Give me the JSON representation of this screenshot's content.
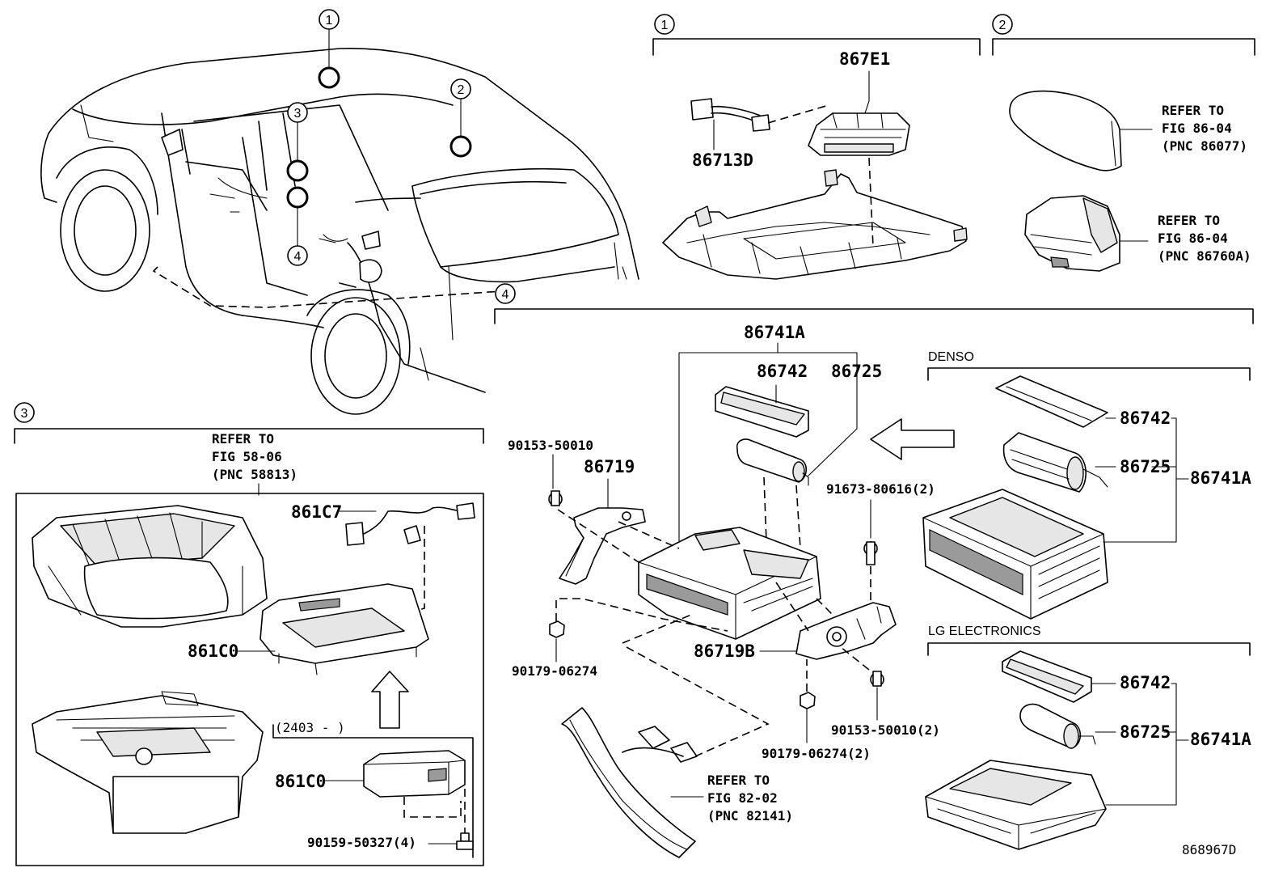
{
  "markers": [
    "1",
    "2",
    "3",
    "4"
  ],
  "labels": {
    "p867E1": "867E1",
    "p86713D": "86713D",
    "p86741A_center": "86741A",
    "p86742_center": "86742",
    "p86725_center": "86725",
    "p86719": "86719",
    "p86719B": "86719B",
    "p90153_50010": "90153-50010",
    "p90179_06274": "90179-06274",
    "p91673_80616": "91673-80616(2)",
    "p90153_50010_2": "90153-50010(2)",
    "p90179_06274_2": "90179-06274(2)",
    "p861C7": "861C7",
    "p861C0_upper": "861C0",
    "p861C0_lower": "861C0",
    "p90159_50327": "90159-50327(4)",
    "p86742_denso": "86742",
    "p86725_denso": "86725",
    "p86741A_denso": "86741A",
    "p86742_lg": "86742",
    "p86725_lg": "86725",
    "p86741A_lg": "86741A",
    "date_range": "(2403 -        )"
  },
  "refs": {
    "ref_86077": [
      "REFER TO",
      "FIG 86-04",
      "(PNC 86077)"
    ],
    "ref_86760A": [
      "REFER TO",
      "FIG 86-04",
      "(PNC 86760A)"
    ],
    "ref_58813": [
      "REFER TO",
      "FIG 58-06",
      "(PNC 58813)"
    ],
    "ref_82141": [
      "REFER TO",
      "FIG 82-02",
      "(PNC 82141)"
    ]
  },
  "headers": {
    "denso": "DENSO",
    "lg": "LG ELECTRONICS"
  },
  "diagram_code": "868967D"
}
